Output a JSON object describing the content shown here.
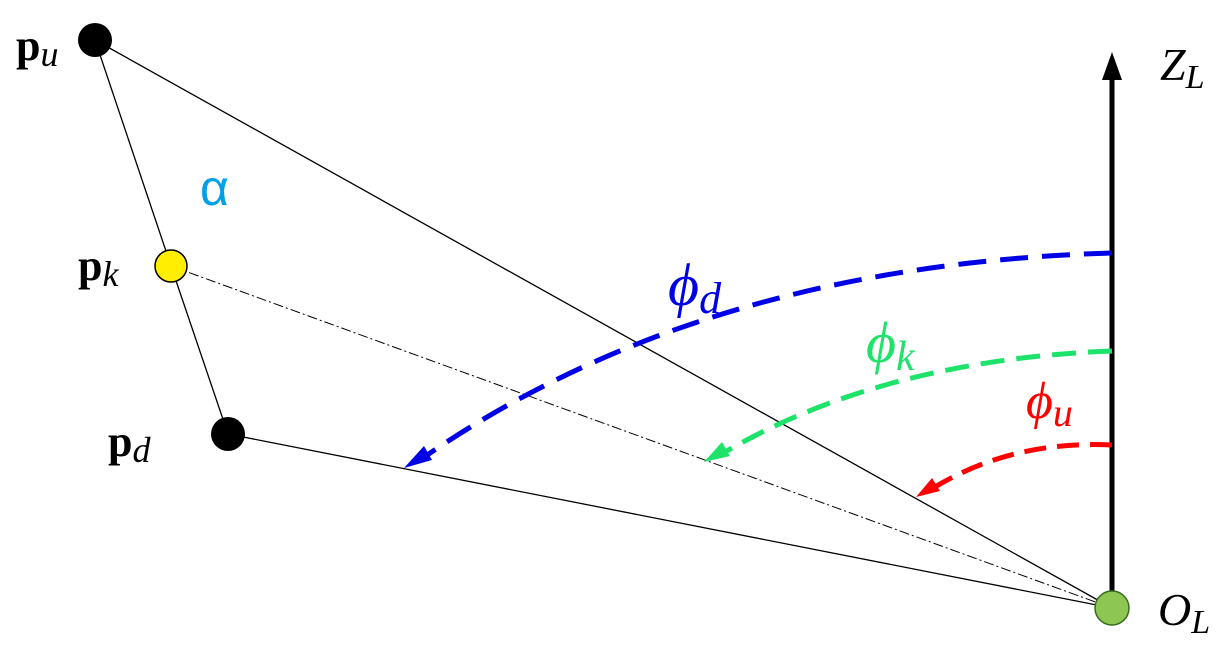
{
  "points": {
    "pu": {
      "label_main": "p",
      "label_sub": "u",
      "color": "#000000"
    },
    "pk": {
      "label_main": "p",
      "label_sub": "k",
      "color": "#ffee00"
    },
    "pd": {
      "label_main": "p",
      "label_sub": "d",
      "color": "#000000"
    },
    "origin": {
      "label_main": "O",
      "label_sub": "L",
      "color": "#8dc653"
    }
  },
  "axis": {
    "label_main": "Z",
    "label_sub": "L",
    "color": "#000000"
  },
  "plane_label": {
    "text": "α",
    "color": "#00a0e9"
  },
  "angles": {
    "phi_d": {
      "symbol": "ϕ",
      "sub": "d",
      "color": "#0000e6"
    },
    "phi_k": {
      "symbol": "ϕ",
      "sub": "k",
      "color": "#1ee36a"
    },
    "phi_u": {
      "symbol": "ϕ",
      "sub": "u",
      "color": "#ff0000"
    }
  }
}
